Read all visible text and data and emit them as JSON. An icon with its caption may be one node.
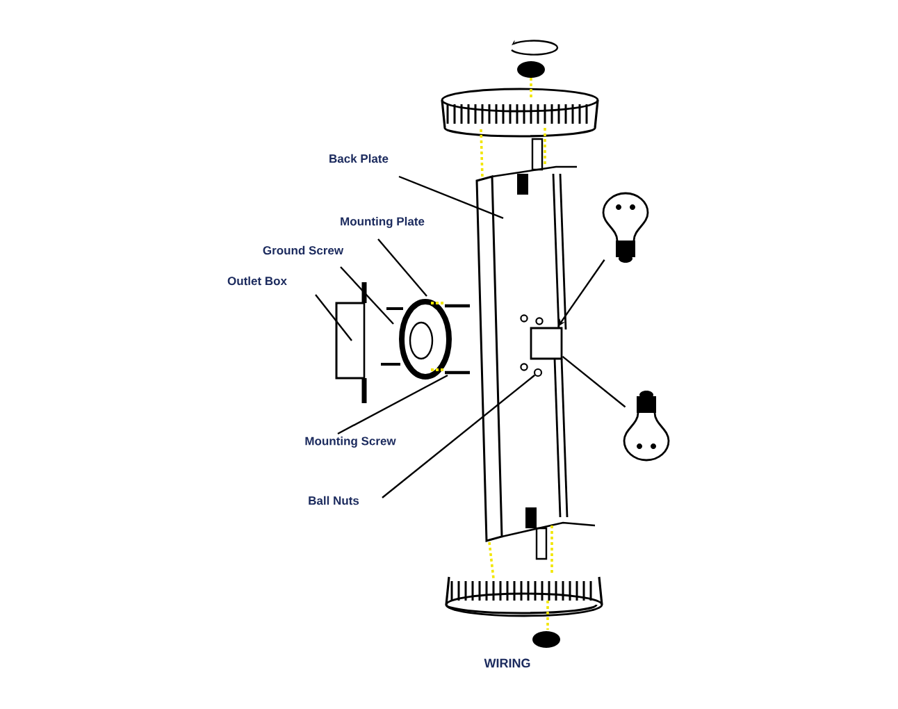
{
  "diagram": {
    "caption": "WIRING",
    "nodes": [
      {
        "text": [
          "Back Plate"
        ]
      },
      {
        "text": [
          "Mounting Plate"
        ]
      },
      {
        "text": [
          "Ground Screw"
        ]
      },
      {
        "text": [
          "Outlet Box"
        ]
      },
      {
        "text": [
          "Mounting Screw"
        ]
      },
      {
        "text": [
          "Ball Nuts"
        ]
      },
      {
        "text": [],
        "shape": "picture"
      },
      {
        "text": [],
        "shape": "box"
      },
      {
        "text": [],
        "shape": "picture"
      },
      {
        "text": [],
        "shape": "circle"
      }
    ],
    "edges": [
      {
        "from": 0,
        "to": null,
        "arrow": "none"
      },
      {
        "from": 1,
        "to": null,
        "arrow": "none"
      },
      {
        "from": 2,
        "to": null,
        "arrow": "none"
      },
      {
        "from": 3,
        "to": null,
        "arrow": "none"
      },
      {
        "from": 4,
        "to": null,
        "arrow": "none"
      },
      {
        "from": 5,
        "to": 9,
        "arrow": "none"
      },
      {
        "from": 6,
        "to": 7,
        "arrow": "to"
      },
      {
        "from": 8,
        "to": 7,
        "arrow": "none"
      }
    ]
  }
}
